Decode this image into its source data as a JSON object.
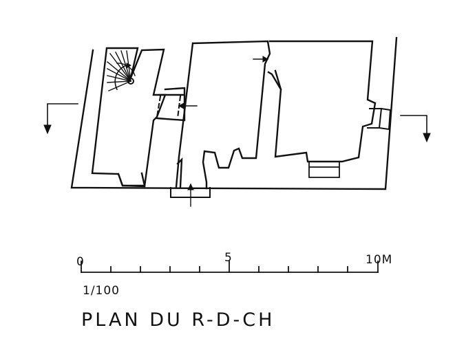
{
  "title": "PLAN DU R-D-CH",
  "scale_ratio": "1/100",
  "scale_bar": {
    "unit": "M",
    "ticks": [
      0,
      1,
      2,
      3,
      4,
      5,
      6,
      7,
      8,
      9,
      10
    ],
    "labels": [
      {
        "value": 0,
        "text": "0"
      },
      {
        "value": 5,
        "text": "5"
      },
      {
        "value": 10,
        "text": "10M"
      }
    ]
  },
  "colors": {
    "ink": "#111111",
    "paper": "#ffffff"
  }
}
